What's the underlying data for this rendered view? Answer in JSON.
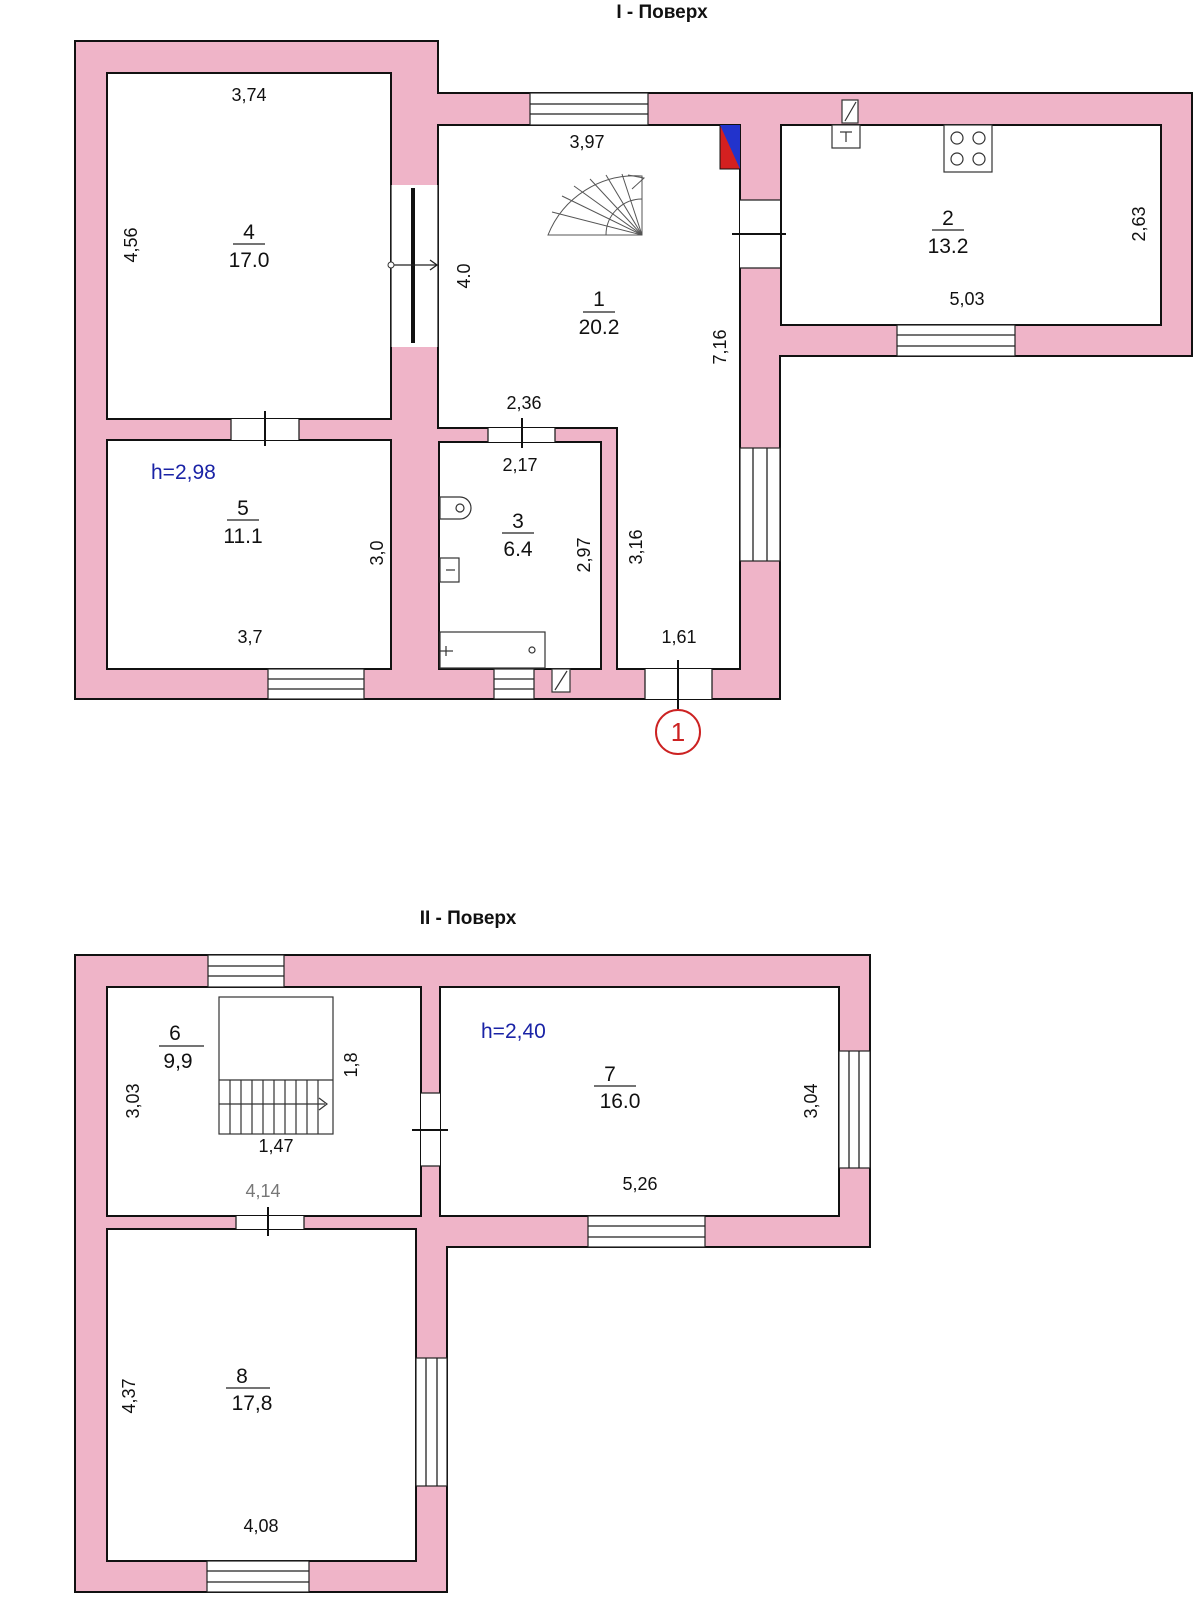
{
  "floors": [
    {
      "title": "I - Поверх",
      "height": "h=2,98",
      "rooms": [
        {
          "number": "1",
          "area": "20.2"
        },
        {
          "number": "2",
          "area": "13.2"
        },
        {
          "number": "3",
          "area": "6.4"
        },
        {
          "number": "4",
          "area": "17.0"
        },
        {
          "number": "5",
          "area": "11.1"
        }
      ],
      "dimensions": [
        "3,74",
        "4,56",
        "3,97",
        "4.0",
        "7,16",
        "2,63",
        "5,03",
        "2,36",
        "2,17",
        "2,97",
        "3,16",
        "1,61",
        "3,0",
        "3,7"
      ],
      "entrance_marker": "1"
    },
    {
      "title": "II - Поверх",
      "height": "h=2,40",
      "rooms": [
        {
          "number": "6",
          "area": "9,9"
        },
        {
          "number": "7",
          "area": "16.0"
        },
        {
          "number": "8",
          "area": "17,8"
        }
      ],
      "dimensions": [
        "1,8",
        "1,47",
        "3,03",
        "4,14",
        "3,04",
        "5,26",
        "4,37",
        "4,08"
      ]
    }
  ],
  "colors": {
    "wall": "#efb4c8",
    "height_text": "#1a23a6",
    "entrance_marker": "#cc2222",
    "chimney_red": "#d42020",
    "chimney_blue": "#2233cc"
  }
}
